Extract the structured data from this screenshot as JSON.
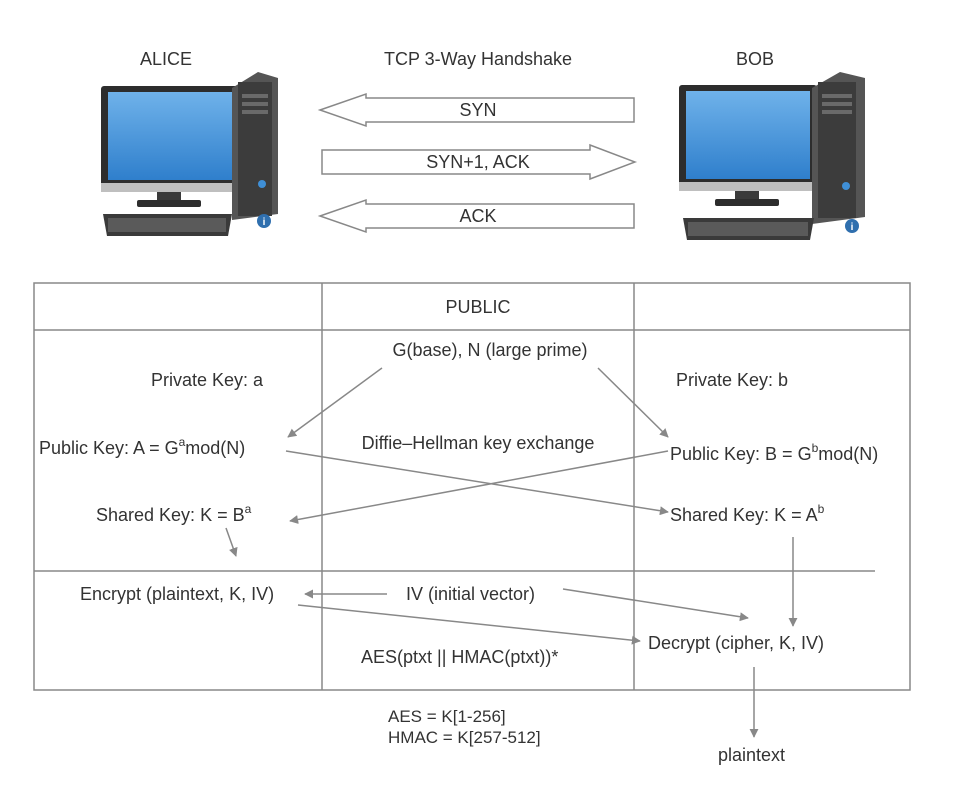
{
  "handshake": {
    "title": "TCP 3-Way Handshake",
    "alice_label": "ALICE",
    "bob_label": "BOB",
    "arrows": {
      "syn": "SYN",
      "syn_ack": "SYN+1, ACK",
      "ack": "ACK"
    },
    "info_glyph": "i"
  },
  "table": {
    "public_header": "PUBLIC",
    "public_params": "G(base), N (large prime)",
    "dh_label": "Diffie–Hellman key exchange",
    "alice": {
      "private_key": "Private Key: a",
      "public_key_prefix": "Public Key: A = G",
      "public_key_exp": "a",
      "public_key_suffix": "mod(N)",
      "shared_key_prefix": "Shared Key: K = B",
      "shared_key_exp": "a",
      "encrypt": "Encrypt (plaintext, K,  IV)"
    },
    "bob": {
      "private_key": "Private Key: b",
      "public_key_prefix": "Public Key: B = G",
      "public_key_exp": "b",
      "public_key_suffix": "mod(N)",
      "shared_key_prefix": "Shared Key: K = A",
      "shared_key_exp": "b",
      "decrypt": "Decrypt (cipher, K, IV)"
    },
    "iv": "IV (initial vector)",
    "cipher": "AES(ptxt || HMAC(ptxt))*"
  },
  "notes": {
    "aes_key": "AES = K[1-256]",
    "hmac_key": "HMAC = K[257-512]",
    "plaintext": "plaintext"
  },
  "colors": {
    "line": "#888888",
    "text": "#333333",
    "monitor_screen": "#3f8fd6",
    "tower": "#4a4a4a",
    "info_badge": "#2f6fae"
  }
}
